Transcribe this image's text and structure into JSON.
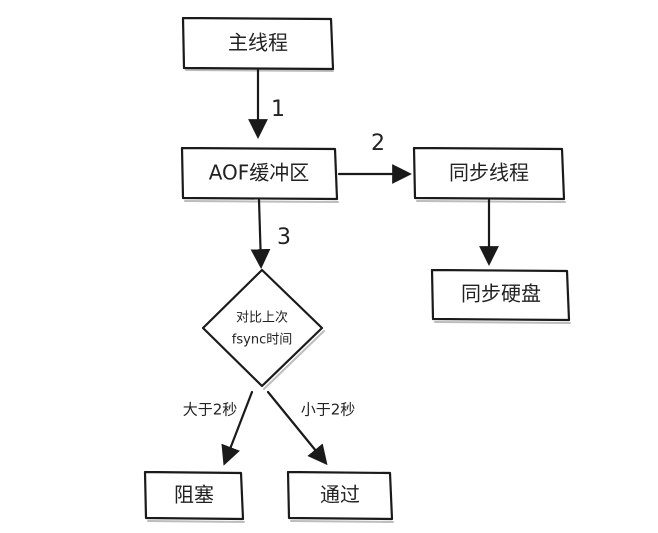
{
  "nodes": {
    "main_thread": "主线程",
    "aof_buffer": "AOF缓冲区",
    "sync_thread": "同步线程",
    "sync_disk": "同步硬盘",
    "decision_line1": "对比上次",
    "decision_line2": "fsync时间",
    "block": "阻塞",
    "pass": "通过"
  },
  "edges": {
    "step1": "1",
    "step2": "2",
    "step3": "3",
    "greater_than": "大于2秒",
    "less_than": "小于2秒"
  },
  "colors": {
    "stroke": "#1a1a1a",
    "shadow": "#bdbdbd",
    "text": "#222222",
    "background": "#ffffff"
  }
}
